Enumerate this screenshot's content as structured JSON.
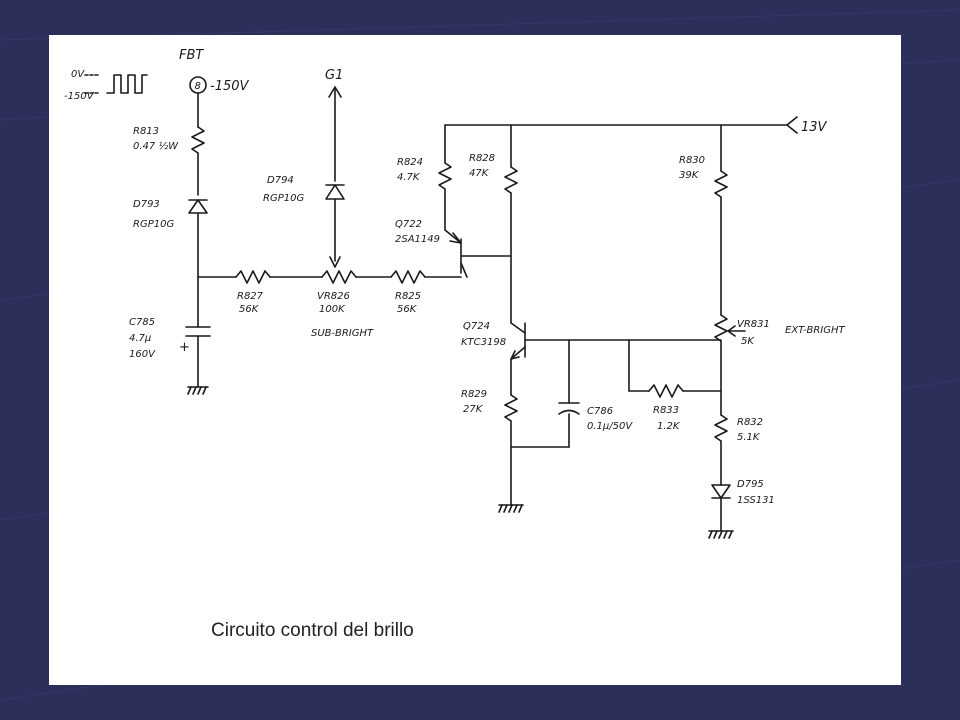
{
  "caption": "Circuito control del brillo",
  "colors": {
    "background": "#2c2f5a",
    "slide": "#ffffff",
    "ink": "#1a1a1a"
  },
  "labels": {
    "fbt": "FBT",
    "fbt_pin": "8",
    "fbt_voltage": "-150V",
    "wave_top": "0V",
    "wave_bottom": "-150V",
    "g1": "G1",
    "supply": "13V",
    "r813_name": "R813",
    "r813_value": "0.47 ½W",
    "d793_name": "D793",
    "d793_value": "RGP10G",
    "r827_name": "R827",
    "r827_value": "56K",
    "c785_name": "C785",
    "c785_value1": "4.7μ",
    "c785_value2": "160V",
    "d794_name": "D794",
    "d794_value": "RGP10G",
    "vr826_name": "VR826",
    "vr826_value": "100K",
    "vr826_func": "SUB-BRIGHT",
    "r825_name": "R825",
    "r825_value": "56K",
    "r824_name": "R824",
    "r824_value": "4.7K",
    "r828_name": "R828",
    "r828_value": "47K",
    "q722_name": "Q722",
    "q722_value": "2SA1149",
    "q724_name": "Q724",
    "q724_value": "KTC3198",
    "r829_name": "R829",
    "r829_value": "27K",
    "c786_name": "C786",
    "c786_value": "0.1μ/50V",
    "r833_name": "R833",
    "r833_value": "1.2K",
    "r830_name": "R830",
    "r830_value": "39K",
    "vr831_name": "VR831",
    "vr831_value": "5K",
    "vr831_func": "EXT-BRIGHT",
    "r832_name": "R832",
    "r832_value": "5.1K",
    "d795_name": "D795",
    "d795_value": "1SS131"
  }
}
